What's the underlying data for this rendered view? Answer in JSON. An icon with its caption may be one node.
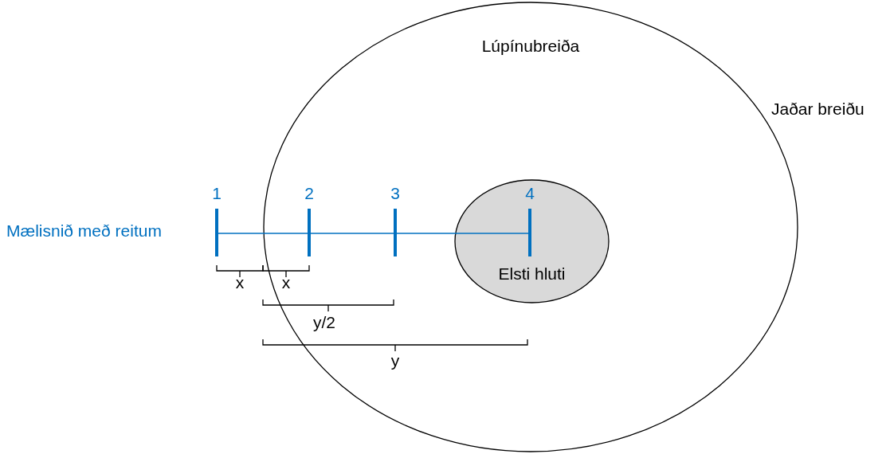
{
  "diagram": {
    "nodes": [
      {
        "text": [
          "Lúpínubreiða"
        ]
      },
      {
        "text": [
          "Elsti hluti"
        ],
        "in": 0
      }
    ],
    "labels": [
      "Jaðar breiðu",
      "Mælisnið með reitum",
      "1",
      "2",
      "3",
      "4",
      "x",
      "x",
      "y/2",
      "y"
    ]
  }
}
